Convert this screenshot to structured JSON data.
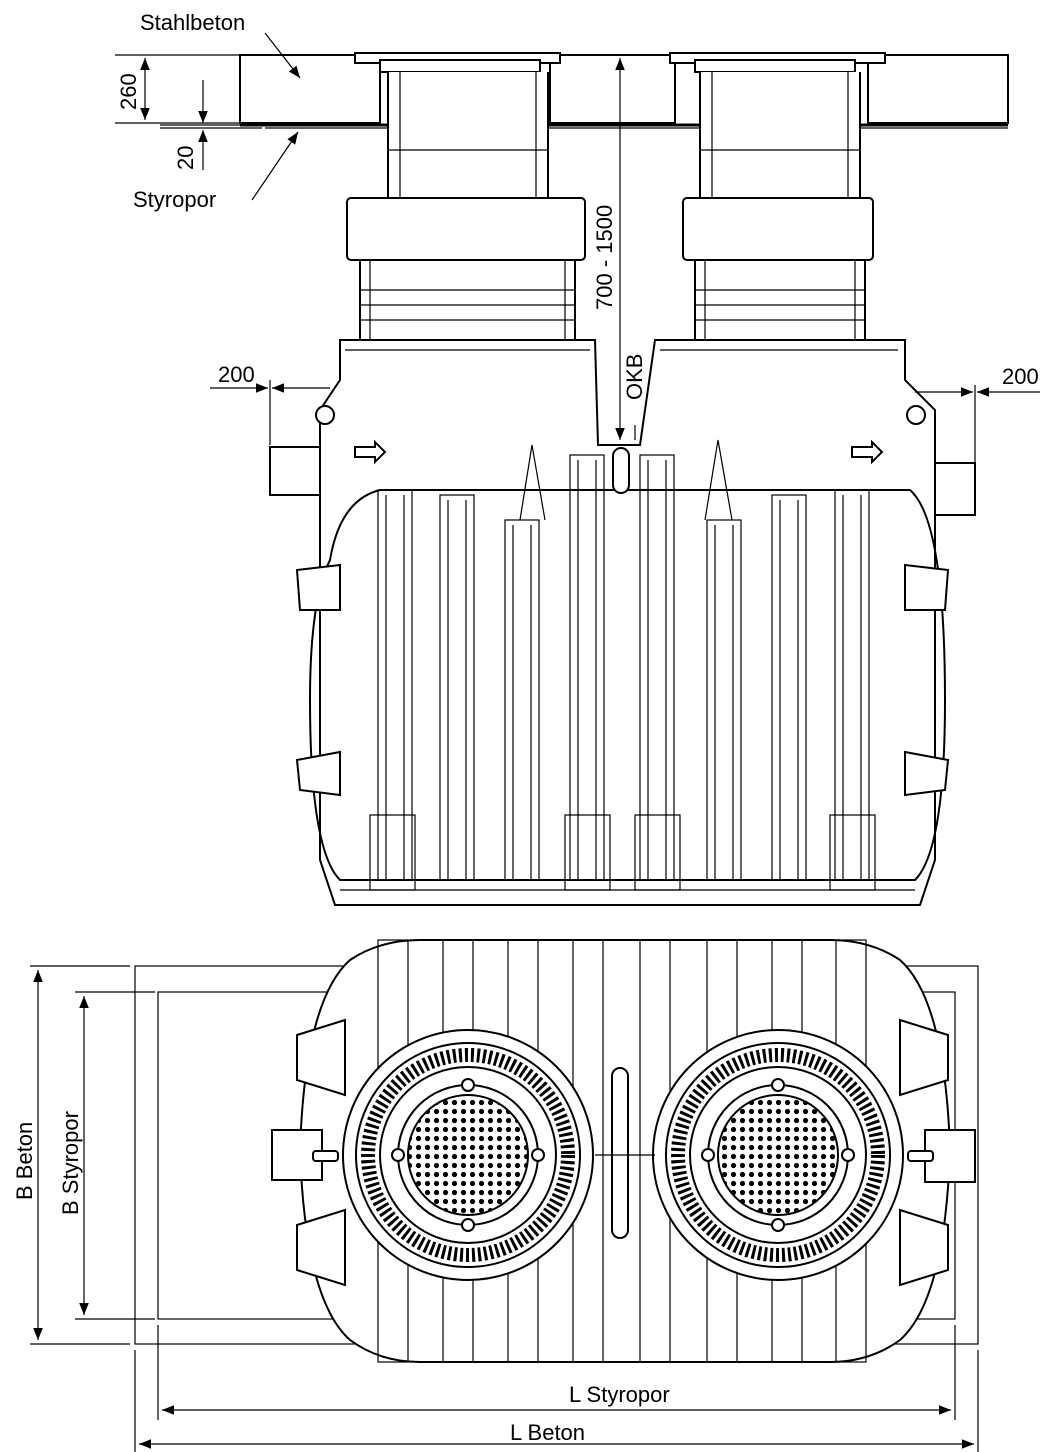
{
  "labels": {
    "stahlbeton": "Stahlbeton",
    "styropor": "Styropor",
    "dim_260": "260",
    "dim_20": "20",
    "dim_depth": "700 - 1500",
    "okb": "OKB",
    "dim_200_left": "200",
    "dim_200_right": "200",
    "b_beton": "B Beton",
    "b_styropor": "B Styropor",
    "l_styropor": "L Styropor",
    "l_beton": "L Beton"
  },
  "colors": {
    "line": "#000000",
    "background": "#ffffff",
    "hatch": "#000000"
  },
  "icons": [
    "flow-arrow-icon",
    "grate-icon"
  ]
}
